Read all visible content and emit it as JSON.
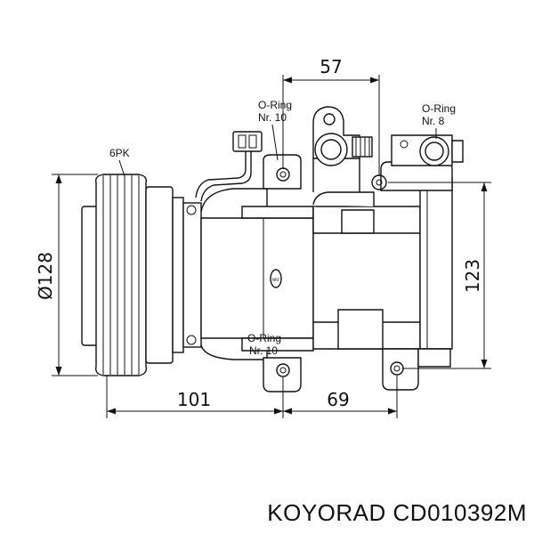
{
  "labels": {
    "oring_left_line1": "O-Ring",
    "oring_left_line2": "Nr. 10",
    "oring_right_line1": "O-Ring",
    "oring_right_line2": "Nr. 8",
    "belt": "6PK",
    "upper_left": "O-Ring",
    "upper_left_2": "Nr. 10"
  },
  "dimensions": {
    "top_width": "57",
    "pulley_diameter": "Ø128",
    "height_right": "123",
    "bottom_left": "101",
    "bottom_right": "69"
  },
  "footer": {
    "brand": "KOYORAD",
    "part_number": "CD010392M"
  }
}
